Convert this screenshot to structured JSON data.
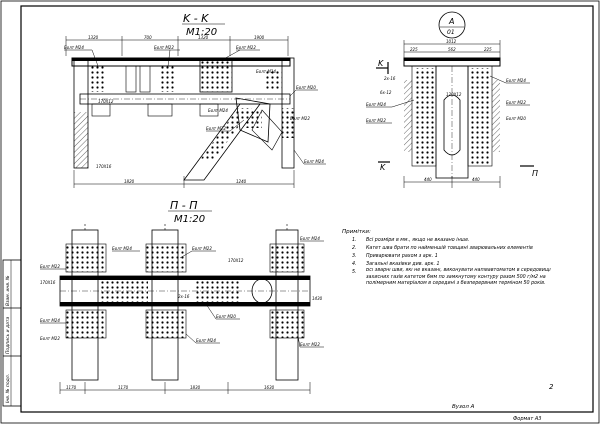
{
  "section_kk": {
    "title": "K - K",
    "scale": "M1:20"
  },
  "section_pp": {
    "title": "П - П",
    "scale": "M1:20"
  },
  "node_a": {
    "letter": "A",
    "number": "01"
  },
  "section_marks": {
    "k_upper": "K",
    "k_lower": "K",
    "p": "П"
  },
  "labels": {
    "bolt_m24": "Болт M24",
    "bolt_m22": "Болт M22",
    "bolt_m20": "Болт M20",
    "plate_170x12": "170Х12",
    "plate_170x16": "170Х16",
    "plate_120x12": "120Х12",
    "plate_2x16": "2х-16",
    "plate_6x12": "6х-12"
  },
  "dims_kk": {
    "top": [
      "1320",
      "700",
      "1320",
      "1900"
    ],
    "bottom_total": "1820",
    "bottom_right": "1240"
  },
  "dims_a": {
    "top_total": "1012",
    "top_a": "225",
    "top_b": "562",
    "top_c": "225",
    "bottom_a": "440",
    "bottom_b": "440"
  },
  "dims_pp": {
    "bottom": [
      "1170",
      "1170",
      "1830",
      "1630"
    ],
    "right": "1430"
  },
  "notes": {
    "title": "Примітки:",
    "items": [
      {
        "num": "1.",
        "text": "Всі розміри в мм., якщо не вказано інше."
      },
      {
        "num": "2.",
        "text": "Катет шва брати по найменшій товщині зварювальних елементів"
      },
      {
        "num": "3.",
        "text": "Приварювати рахом з арк. 1"
      },
      {
        "num": "4.",
        "text": "Загальні вказівки див. арк. 1"
      },
      {
        "num": "5.",
        "text": "Всі зварні шви, які не вказані, виконувати напівавтоматом в середовищі захисних газів катетом 6мм по замкнутому контуру  разом 500 г/м2 на полімерним матеріалом в середині з безперервним терміном 50 років."
      }
    ]
  },
  "sheet_number": "2",
  "caption": "Вузол А",
  "format": "Формат А3",
  "side_stamp": [
    "Інв. № подл.",
    "Подпись и дата",
    "Взам. инв. №"
  ]
}
